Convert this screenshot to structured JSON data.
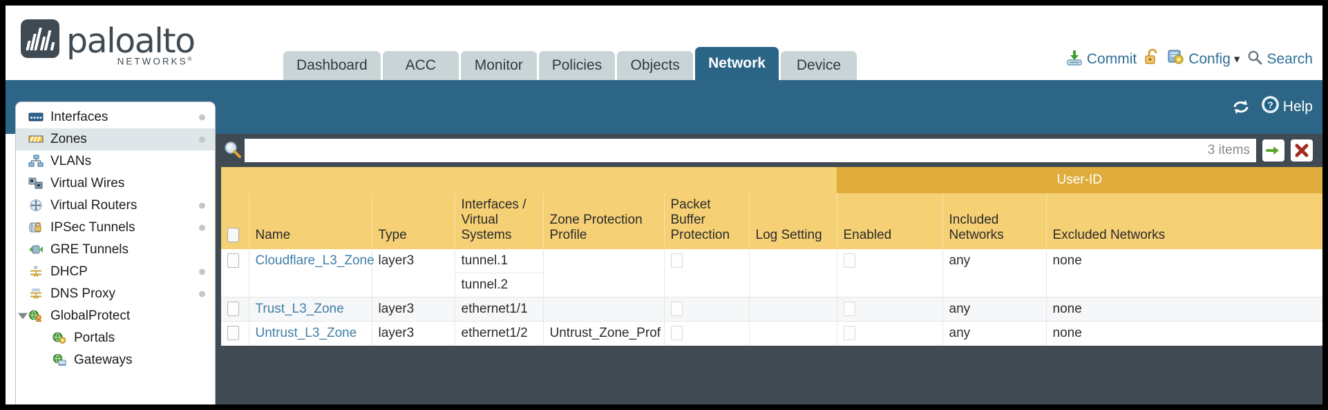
{
  "brand": {
    "name": "paloalto",
    "tagline": "NETWORKS",
    "tagline_sup": "®"
  },
  "topnav": {
    "tabs": [
      {
        "label": "Dashboard",
        "active": false
      },
      {
        "label": "ACC",
        "active": false
      },
      {
        "label": "Monitor",
        "active": false
      },
      {
        "label": "Policies",
        "active": false
      },
      {
        "label": "Objects",
        "active": false
      },
      {
        "label": "Network",
        "active": true
      },
      {
        "label": "Device",
        "active": false
      }
    ],
    "actions": [
      {
        "label": "Commit",
        "icon": "commit-download-icon"
      },
      {
        "label": "",
        "icon": "unlock-padlock-icon"
      },
      {
        "label": "Config",
        "icon": "config-wrench-icon",
        "caret": "▾"
      },
      {
        "label": "Search",
        "icon": "search-magnifier-icon"
      }
    ]
  },
  "blueband": {
    "refresh_icon": "refresh-icon",
    "help_label": "Help",
    "help_icon": "help-question-icon"
  },
  "sidebar": {
    "items": [
      {
        "label": "Interfaces",
        "icon": "interfaces-icon",
        "selected": false,
        "dot": true,
        "child": false,
        "caret": false
      },
      {
        "label": "Zones",
        "icon": "zones-icon",
        "selected": true,
        "dot": true,
        "child": false,
        "caret": false
      },
      {
        "label": "VLANs",
        "icon": "vlans-icon",
        "selected": false,
        "dot": false,
        "child": false,
        "caret": false
      },
      {
        "label": "Virtual Wires",
        "icon": "virtual-wires-icon",
        "selected": false,
        "dot": false,
        "child": false,
        "caret": false
      },
      {
        "label": "Virtual Routers",
        "icon": "virtual-routers-icon",
        "selected": false,
        "dot": true,
        "child": false,
        "caret": false
      },
      {
        "label": "IPSec Tunnels",
        "icon": "ipsec-tunnels-icon",
        "selected": false,
        "dot": true,
        "child": false,
        "caret": false
      },
      {
        "label": "GRE Tunnels",
        "icon": "gre-tunnels-icon",
        "selected": false,
        "dot": false,
        "child": false,
        "caret": false
      },
      {
        "label": "DHCP",
        "icon": "dhcp-icon",
        "selected": false,
        "dot": true,
        "child": false,
        "caret": false
      },
      {
        "label": "DNS Proxy",
        "icon": "dns-proxy-icon",
        "selected": false,
        "dot": true,
        "child": false,
        "caret": false
      },
      {
        "label": "GlobalProtect",
        "icon": "globalprotect-icon",
        "selected": false,
        "dot": false,
        "child": false,
        "caret": true
      },
      {
        "label": "Portals",
        "icon": "portals-icon",
        "selected": false,
        "dot": false,
        "child": true,
        "caret": false
      },
      {
        "label": "Gateways",
        "icon": "gateways-icon",
        "selected": false,
        "dot": false,
        "child": true,
        "caret": false
      }
    ]
  },
  "search": {
    "value": "",
    "placeholder": "",
    "items_count": "3 items",
    "apply_icon": "apply-arrow-icon",
    "clear_icon": "clear-cross-icon",
    "magnifier_icon": "search-magnifier-icon"
  },
  "table": {
    "group_header": "User-ID",
    "columns": [
      "Name",
      "Type",
      "Interfaces / Virtual Systems",
      "Zone Protection Profile",
      "Packet Buffer Protection",
      "Log Setting",
      "Enabled",
      "Included Networks",
      "Excluded Networks"
    ],
    "rows": [
      {
        "name": "Cloudflare_L3_Zone",
        "type": "layer3",
        "interfaces": [
          "tunnel.1",
          "tunnel.2"
        ],
        "zone_protection_profile": "",
        "packet_buffer_protection": false,
        "log_setting": "",
        "userid_enabled": false,
        "included_networks": "any",
        "excluded_networks": "none"
      },
      {
        "name": "Trust_L3_Zone",
        "type": "layer3",
        "interfaces": [
          "ethernet1/1"
        ],
        "zone_protection_profile": "",
        "packet_buffer_protection": false,
        "log_setting": "",
        "userid_enabled": false,
        "included_networks": "any",
        "excluded_networks": "none"
      },
      {
        "name": "Untrust_L3_Zone",
        "type": "layer3",
        "interfaces": [
          "ethernet1/2"
        ],
        "zone_protection_profile": "Untrust_Zone_Prof",
        "packet_buffer_protection": false,
        "log_setting": "",
        "userid_enabled": false,
        "included_networks": "any",
        "excluded_networks": "none"
      }
    ]
  },
  "colors": {
    "brand_dark": "#3f4a52",
    "nav_blue": "#2c6585",
    "tab_inactive": "#c9d4d6",
    "table_header": "#f5d074",
    "table_group_header": "#e0ad3c",
    "link": "#3f7fa6",
    "panel_dark": "#3f4a52"
  }
}
